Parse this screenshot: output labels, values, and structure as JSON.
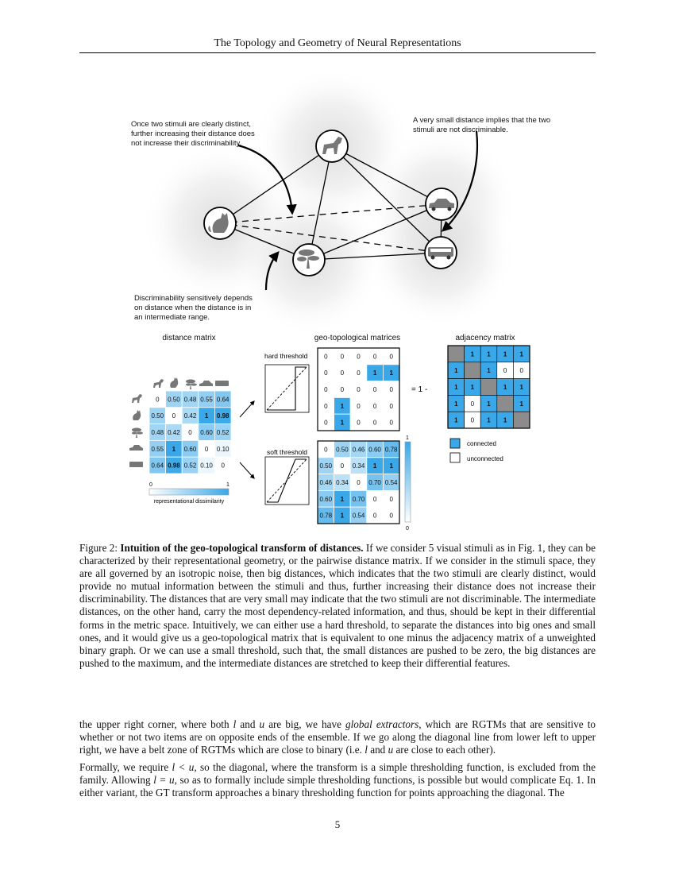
{
  "header": {
    "title": "The Topology and Geometry of Neural Representations"
  },
  "figure": {
    "annotations": {
      "top_left": [
        "Once two stimuli are clearly distinct,",
        "further increasing their distance does",
        "not increase their discriminability."
      ],
      "top_right": [
        "A very small distance implies that the two",
        "stimuli are not discriminable."
      ],
      "bottom_left": [
        "Discriminability sensitively depends",
        "on distance when the distance is in",
        "an intermediate range."
      ]
    },
    "stimuli": [
      "dog-icon",
      "cat-icon",
      "tree-icon",
      "car-icon",
      "bus-icon"
    ],
    "distance_matrix": {
      "title": "distance matrix",
      "cells": [
        [
          "0",
          "0.50",
          "0.48",
          "0.55",
          "0.64"
        ],
        [
          "0.50",
          "0",
          "0.42",
          "1",
          "0.98"
        ],
        [
          "0.48",
          "0.42",
          "0",
          "0.60",
          "0.52"
        ],
        [
          "0.55",
          "1",
          "0.60",
          "0",
          "0.10"
        ],
        [
          "0.64",
          "0.98",
          "0.52",
          "0.10",
          "0"
        ]
      ],
      "colorbar_min": "0",
      "colorbar_max": "1",
      "colorbar_label": "representational dissimilarity"
    },
    "geo_topological": {
      "title": "geo-topological matrices",
      "hard_label": "hard threshold",
      "soft_label": "soft threshold",
      "hard_cells": [
        [
          "0",
          "0",
          "0",
          "0",
          "0"
        ],
        [
          "0",
          "0",
          "0",
          "1",
          "1"
        ],
        [
          "0",
          "0",
          "0",
          "0",
          "0"
        ],
        [
          "0",
          "1",
          "0",
          "0",
          "0"
        ],
        [
          "0",
          "1",
          "0",
          "0",
          "0"
        ]
      ],
      "soft_cells": [
        [
          "0",
          "0.50",
          "0.46",
          "0.60",
          "0.78"
        ],
        [
          "0.50",
          "0",
          "0.34",
          "1",
          "1"
        ],
        [
          "0.46",
          "0.34",
          "0",
          "0.70",
          "0.54"
        ],
        [
          "0.60",
          "1",
          "0.70",
          "0",
          "0"
        ],
        [
          "0.78",
          "1",
          "0.54",
          "0",
          "0"
        ]
      ],
      "colorbar_max": "1",
      "colorbar_min": "0"
    },
    "equals_label": "= 1 -",
    "adjacency": {
      "title": "adjacency matrix",
      "cells": [
        [
          "",
          "1",
          "1",
          "1",
          "1"
        ],
        [
          "1",
          "",
          "1",
          "0",
          "0"
        ],
        [
          "1",
          "1",
          "",
          "1",
          "1"
        ],
        [
          "1",
          "0",
          "1",
          "",
          "1"
        ],
        [
          "1",
          "0",
          "1",
          "1",
          ""
        ]
      ],
      "legend_connected": "connected",
      "legend_unconnected": "unconnected"
    },
    "colors": {
      "connected": "#3aa8e8",
      "diagonal": "#8c8c8c"
    }
  },
  "caption": {
    "label": "Figure 2:",
    "title": "Intuition of the geo-topological transform of distances.",
    "text": "If we consider 5 visual stimuli as in Fig. 1, they can be characterized by their representational geometry, or the pairwise distance matrix. If we consider in the stimuli space, they are all governed by an isotropic noise, then big distances, which indicates that the two stimuli are clearly distinct, would provide no mutual information between the stimuli and thus, further increasing their distance does not increase their discriminability. The distances that are very small may indicate that the two stimuli are not discriminable. The intermediate distances, on the other hand, carry the most dependency-related information, and thus, should be kept in their differential forms in the metric space. Intuitively, we can either use a hard threshold, to separate the distances into big ones and small ones, and it would give us a geo-topological matrix that is equivalent to one minus the adjacency matrix of a unweighted binary graph. Or we can use a small threshold, such that, the small distances are pushed to be zero, the big distances are pushed to the maximum, and the intermediate distances are stretched to keep their differential features."
  },
  "body": {
    "p1": {
      "a": "the upper right corner, where both ",
      "l1": "l",
      "b": " and ",
      "u1": "u",
      "c": " are big, we have ",
      "em": "global extractors",
      "d": ", which are RGTMs that are sensitive to whether or not two items are on opposite ends of the ensemble. If we go along the diagonal line from lower left to upper right, we have a belt zone of RGTMs which are close to binary (i.e. ",
      "l2": "l",
      "e": " and ",
      "u2": "u",
      "f": " are close to each other)."
    },
    "p2": {
      "a": "Formally, we require ",
      "m1": "l < u",
      "b": ", so the diagonal, where the transform is a simple thresholding function, is excluded from the family. Allowing ",
      "m2": "l = u",
      "c": ", so as to formally include simple thresholding functions, is possible but would complicate Eq. 1. In either variant, the GT transform approaches a binary thresholding function for points approaching the diagonal. The"
    }
  },
  "page_number": "5"
}
